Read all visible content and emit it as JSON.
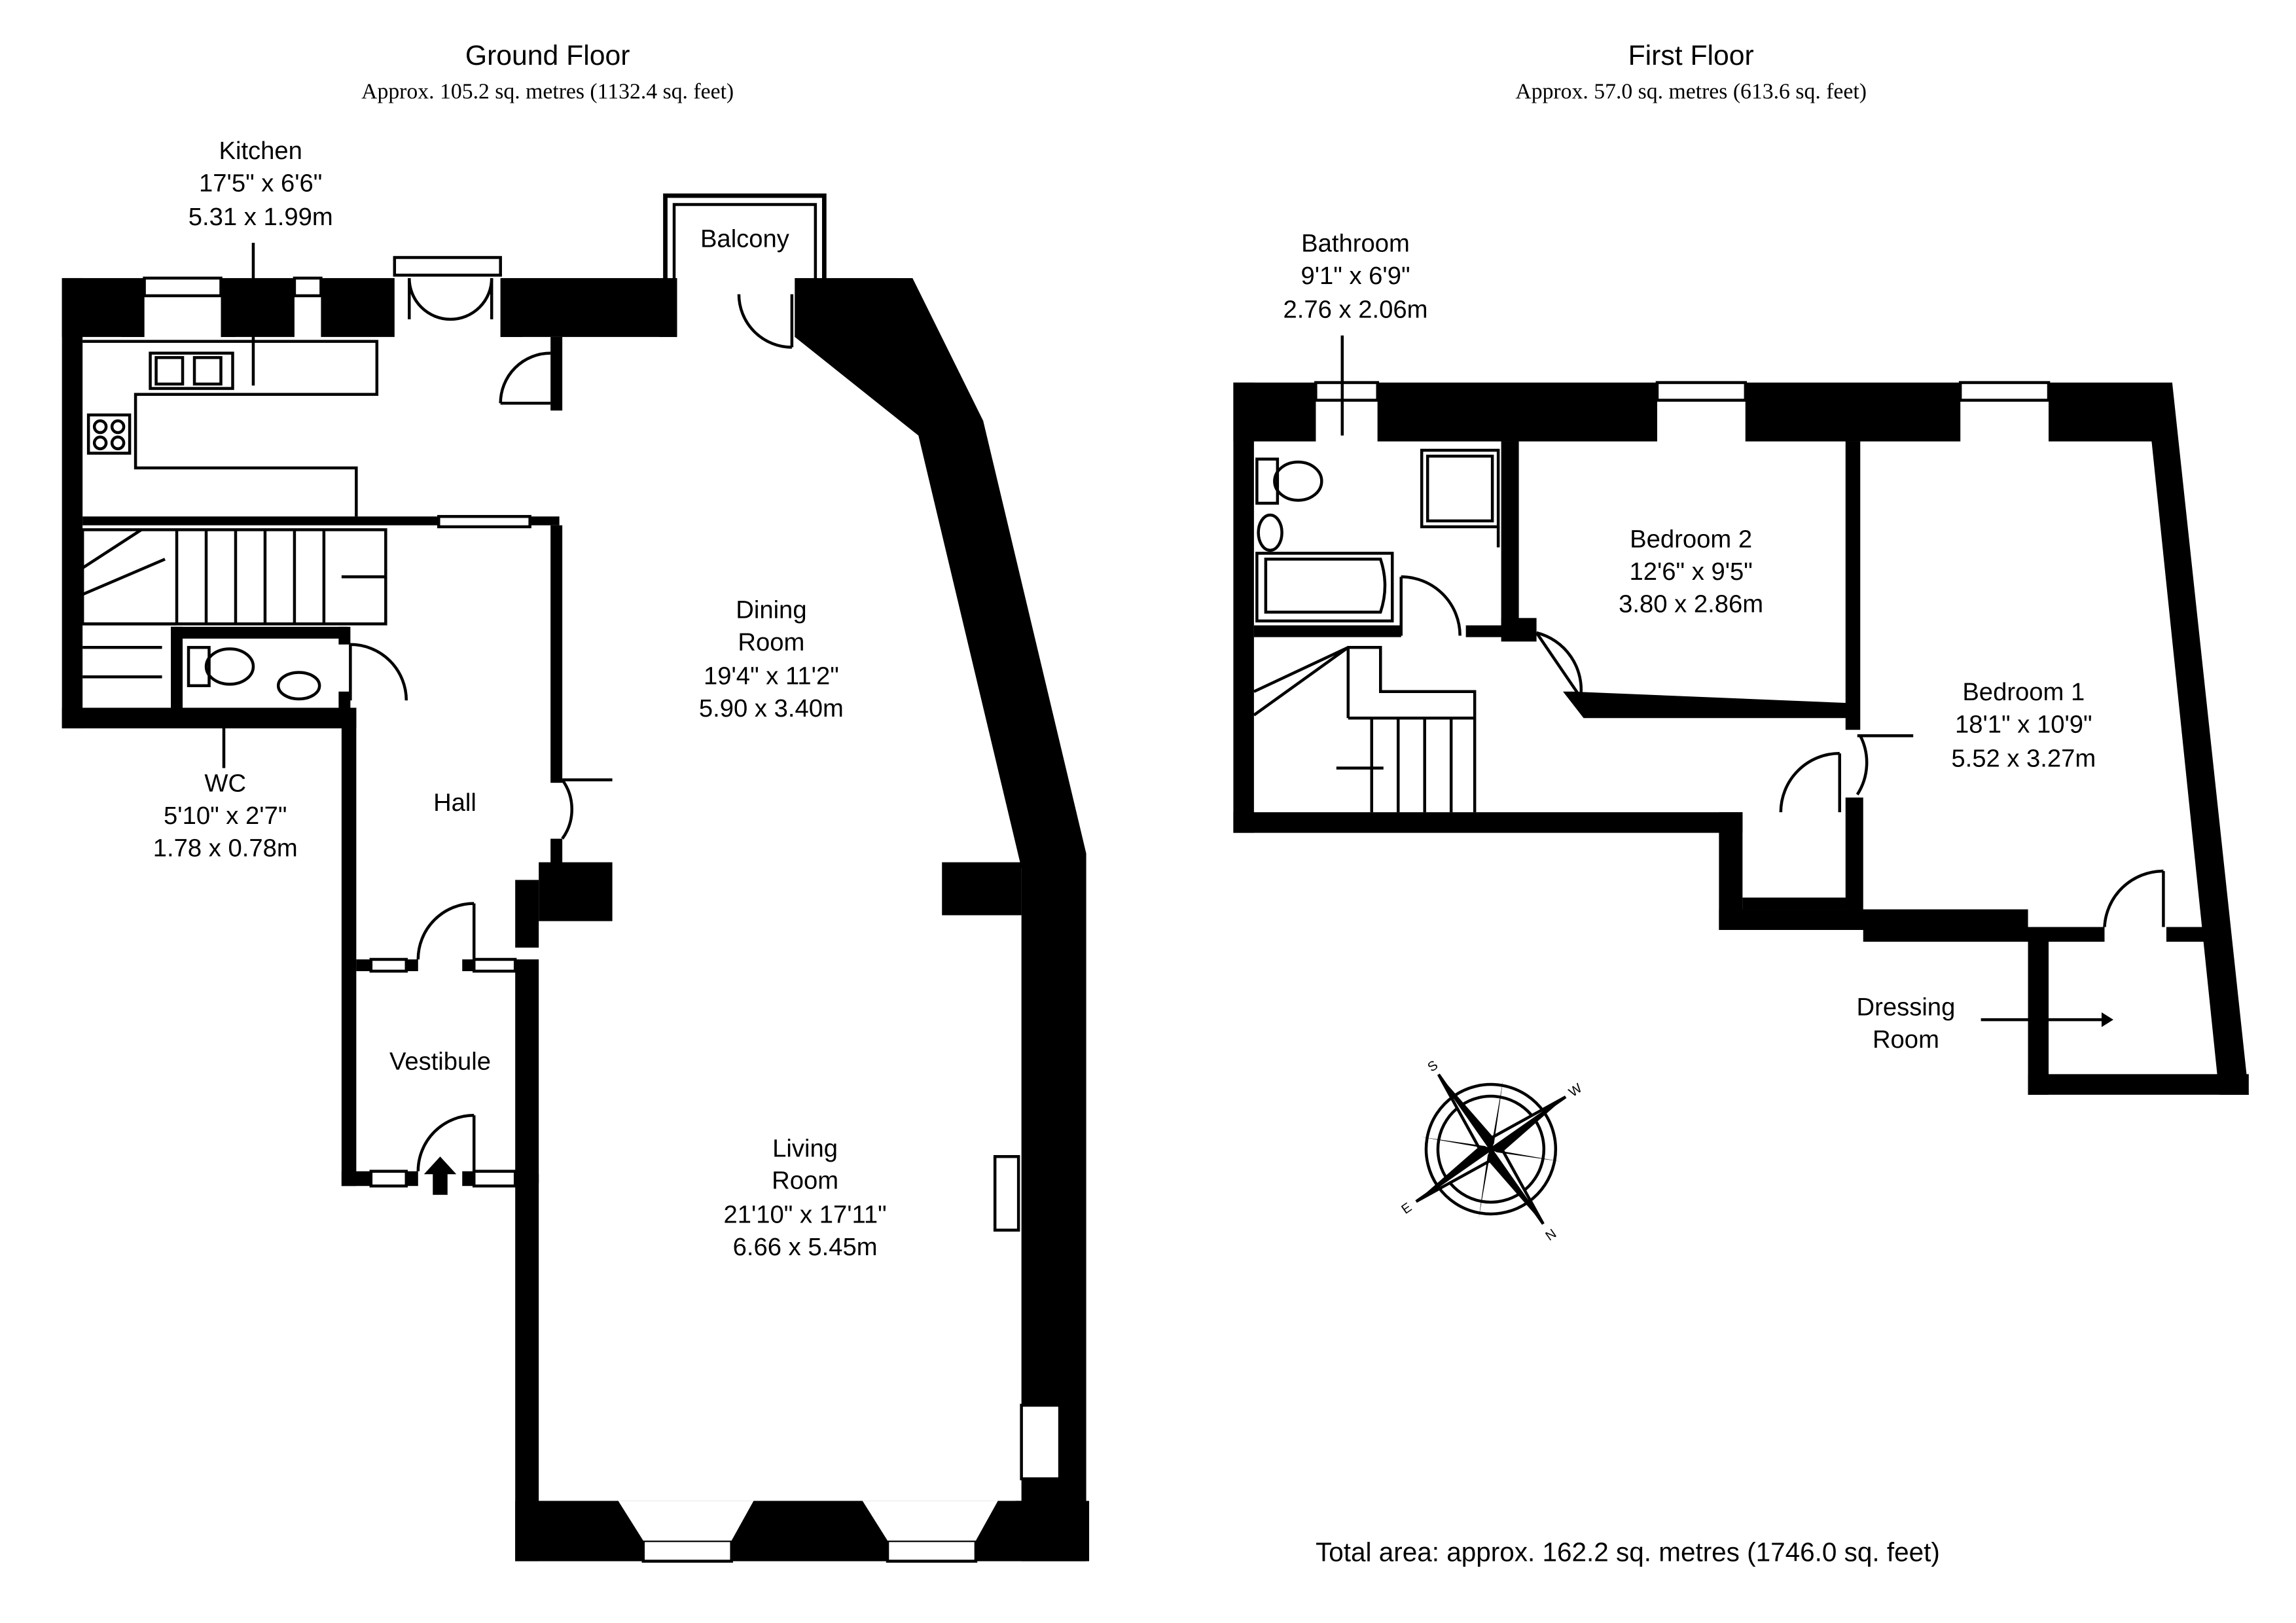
{
  "ground_floor": {
    "title": "Ground Floor",
    "area": "Approx. 105.2 sq. metres (1132.4 sq. feet)",
    "rooms": {
      "kitchen": {
        "name": "Kitchen",
        "imperial": "17'5\" x 6'6\"",
        "metric": "5.31 x 1.99m"
      },
      "balcony": {
        "name": "Balcony"
      },
      "dining": {
        "name_line1": "Dining",
        "name_line2": "Room",
        "imperial": "19'4\" x 11'2\"",
        "metric": "5.90 x 3.40m"
      },
      "hall": {
        "name": "Hall"
      },
      "wc": {
        "name": "WC",
        "imperial": "5'10\" x 2'7\"",
        "metric": "1.78 x 0.78m"
      },
      "vestibule": {
        "name": "Vestibule"
      },
      "living": {
        "name_line1": "Living",
        "name_line2": "Room",
        "imperial": "21'10\" x 17'11\"",
        "metric": "6.66 x 5.45m"
      }
    }
  },
  "first_floor": {
    "title": "First Floor",
    "area": "Approx. 57.0 sq. metres (613.6 sq. feet)",
    "rooms": {
      "bathroom": {
        "name": "Bathroom",
        "imperial": "9'1\" x 6'9\"",
        "metric": "2.76 x 2.06m"
      },
      "bedroom2": {
        "name": "Bedroom 2",
        "imperial": "12'6\" x 9'5\"",
        "metric": "3.80 x 2.86m"
      },
      "bedroom1": {
        "name": "Bedroom 1",
        "imperial": "18'1\" x 10'9\"",
        "metric": "5.52 x 3.27m"
      },
      "dressing": {
        "name_line1": "Dressing",
        "name_line2": "Room"
      }
    }
  },
  "total_area": "Total area: approx. 162.2 sq. metres (1746.0 sq. feet)",
  "compass": {
    "icon": "compass-rose-icon",
    "letters": [
      "N",
      "E",
      "S",
      "W"
    ]
  }
}
